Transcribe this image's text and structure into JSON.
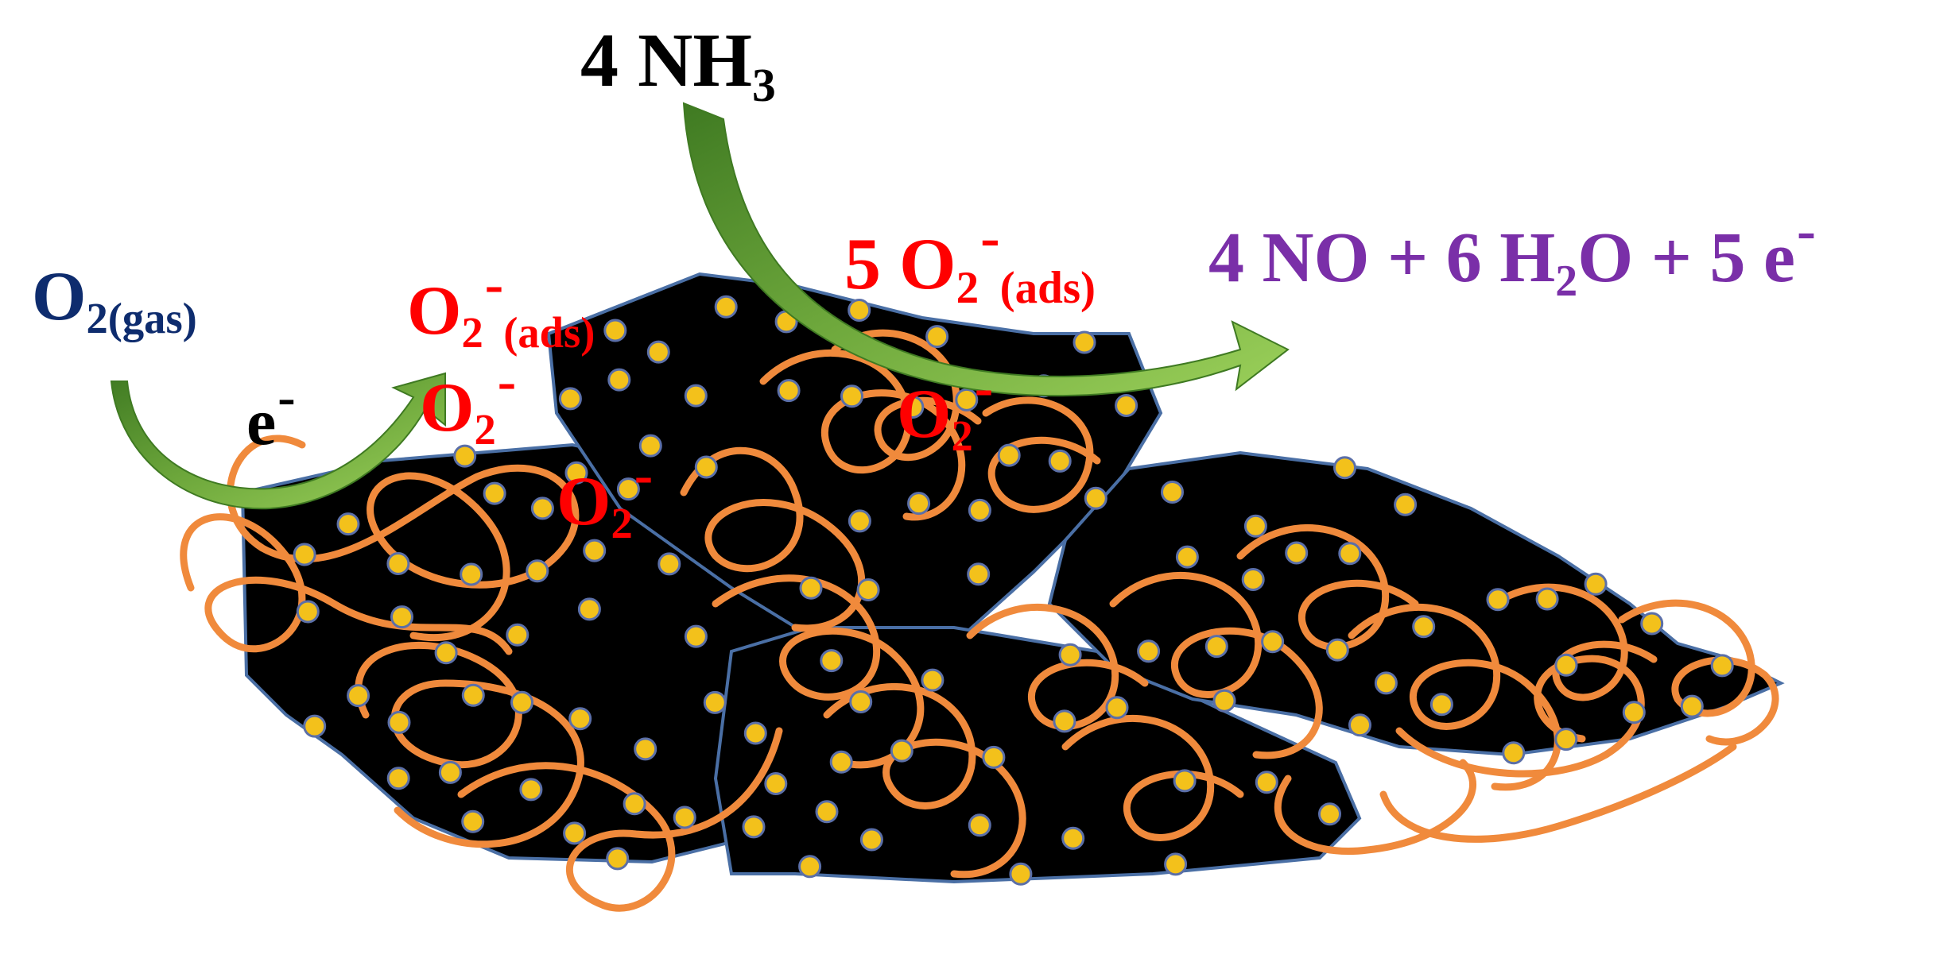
{
  "diagram": {
    "colors": {
      "particle_fill": "#000000",
      "particle_edge": "#4a6fa5",
      "fiber": "#f08a3c",
      "dot_fill": "#f3c11b",
      "dot_edge": "#5b6fa8",
      "arrow": "#6ea83c",
      "arrow_dark": "#3f7a22",
      "gas_label": "#0e2c6e",
      "ion_label": "#ff0000",
      "product_label": "#7a2fa8",
      "text_dark": "#000000"
    },
    "labels": {
      "ammonia": {
        "coef": "4 NH",
        "sub": "3"
      },
      "oxygen_gas": {
        "main": "O",
        "sub": "2(gas)"
      },
      "electron": {
        "main": "e",
        "sup": "-"
      },
      "oxygen_ads": {
        "main": "O",
        "sub": "2",
        "sup": "-",
        "state": "(ads)"
      },
      "oxygen_ion": {
        "main": "O",
        "sub": "2",
        "sup": "-"
      },
      "oxygen_ads_5": {
        "coef": "5 O",
        "sub": "2",
        "sup": "-",
        "state": "(ads)"
      },
      "products": {
        "part1": "4 NO + 6 H",
        "sub": "2",
        "part2": "O + 5 e",
        "sup": "-"
      }
    },
    "icons": [
      "curved-arrow-icon",
      "nanoparticle-dot-icon",
      "fiber-strand-icon"
    ]
  }
}
